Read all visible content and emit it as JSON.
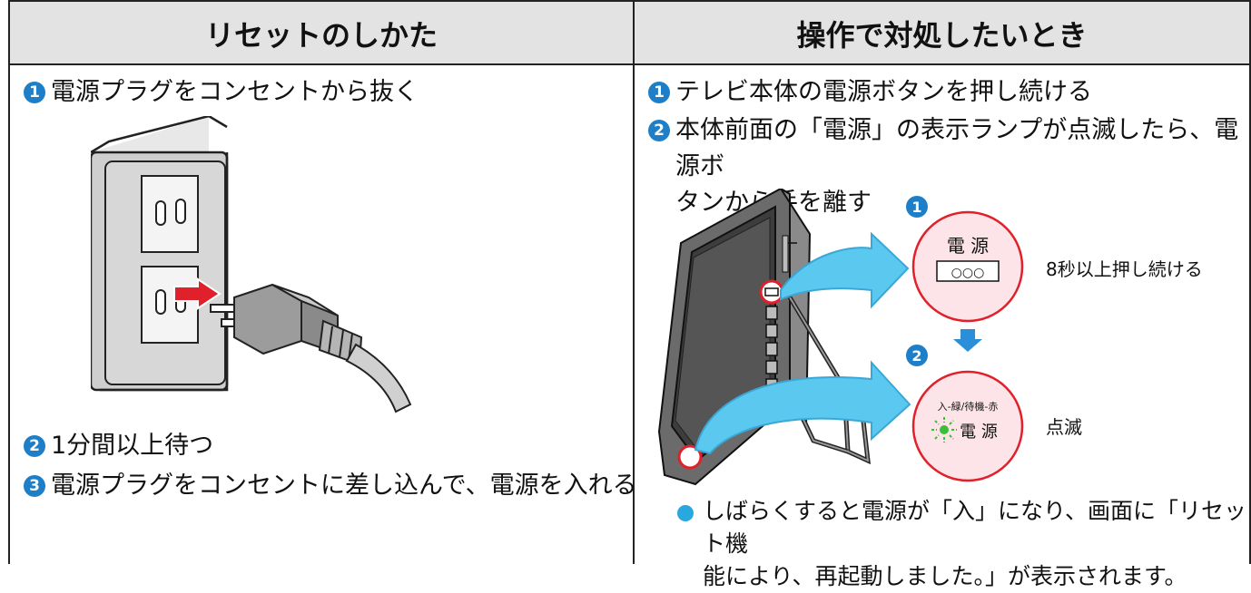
{
  "headers": {
    "left": "リセットのしかた",
    "right": "操作で対処したいとき"
  },
  "left_steps": [
    {
      "num": "1",
      "text": "電源プラグをコンセントから抜く"
    },
    {
      "num": "2",
      "text": "1分間以上待つ"
    },
    {
      "num": "3",
      "text": "電源プラグをコンセントに差し込んで、電源を入れる"
    }
  ],
  "right_steps": [
    {
      "num": "1",
      "text": "テレビ本体の電源ボタンを押し続ける"
    },
    {
      "num": "2",
      "line1": "本体前面の「電源」の表示ランプが点滅したら、電源ボ",
      "line2": "タンから手を離す"
    }
  ],
  "diagram": {
    "step1_marker": "1",
    "step2_marker": "2",
    "power_label": "電 源",
    "button_glyph": "○○○",
    "hold_instruction": "8秒以上押し続ける",
    "lamp_caption": "入-緑/待機-赤",
    "power_label_2": "電 源",
    "blink_label": "点滅"
  },
  "note": {
    "line1": "しばらくすると電源が「入」になり、画面に「リセット機",
    "line2": "能により、再起動しました。」が表示されます。"
  },
  "colors": {
    "header_bg": "#e3e3e3",
    "step_number": "#1e7fc8",
    "arrow_cyan": "#5bc8ef",
    "callout_pink": "#fde4e8",
    "callout_border": "#e0202a",
    "blink_green": "#3bbf3a"
  }
}
